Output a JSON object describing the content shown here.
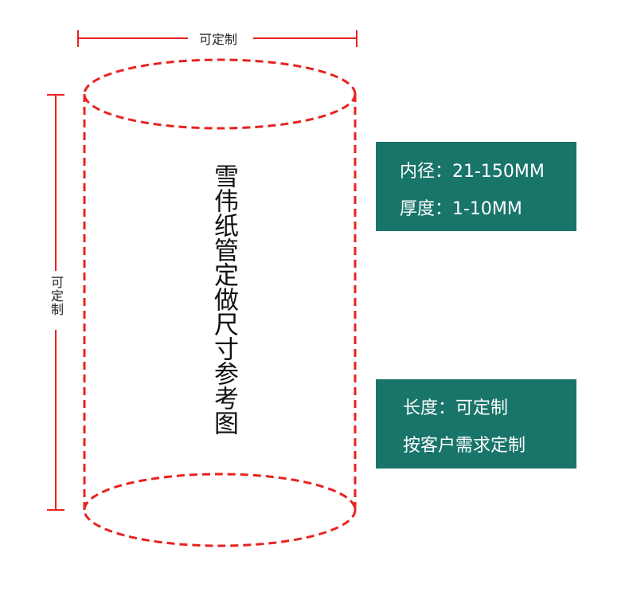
{
  "dimensions": {
    "width_label": "可定制",
    "height_label": "可定制"
  },
  "title": "雪伟纸管定做尺寸参考图",
  "specs_top": {
    "inner_diameter": "内径：21-150MM",
    "thickness": "厚度：1-10MM"
  },
  "specs_bottom": {
    "length": "长度：可定制",
    "note": "按客户需求定制"
  },
  "colors": {
    "outline": "#e8231f",
    "panel": "#19756a",
    "panel_text": "#ffffff"
  }
}
